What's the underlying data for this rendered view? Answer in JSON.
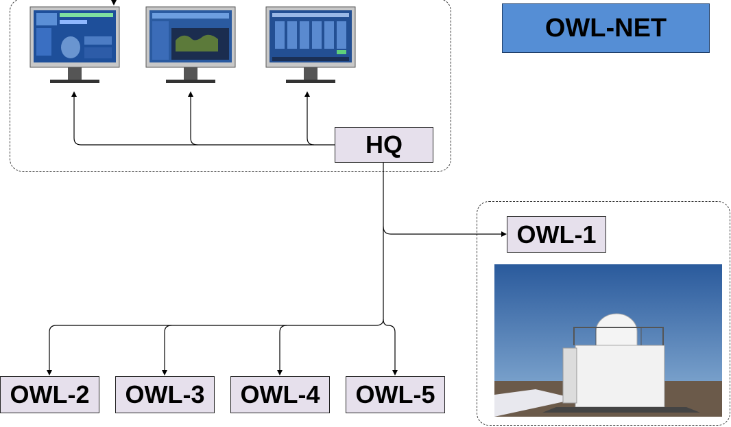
{
  "title": "OWL-NET",
  "hq": {
    "label": "HQ"
  },
  "sites": {
    "owl1": "OWL-1",
    "owl2": "OWL-2",
    "owl3": "OWL-3",
    "owl4": "OWL-4",
    "owl5": "OWL-5"
  },
  "colors": {
    "title_fill": "#558ed5",
    "node_fill": "#e6e0ec",
    "sky": "#2f5f9e"
  },
  "icons": [
    "monitor-icon",
    "observatory-photo"
  ]
}
